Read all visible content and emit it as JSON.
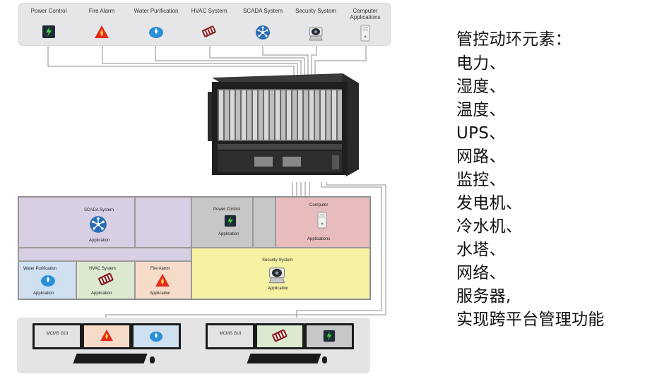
{
  "top_devices": [
    {
      "label": "Power Control",
      "icon": "power-bolt-icon"
    },
    {
      "label": "Fire Alarm",
      "icon": "fire-alarm-icon"
    },
    {
      "label": "Water Purification",
      "icon": "water-drop-icon"
    },
    {
      "label": "HVAC System",
      "icon": "hvac-icon"
    },
    {
      "label": "SCADA System",
      "icon": "scada-network-icon"
    },
    {
      "label": "Security System",
      "icon": "security-camera-icon"
    },
    {
      "label": "Computer Applications",
      "icon": "computer-tower-icon"
    }
  ],
  "grid": {
    "scada": {
      "title": "SCADA System",
      "app": "Application"
    },
    "power": {
      "title": "Power Control",
      "app": "Application"
    },
    "computer": {
      "title": "Computer",
      "app": "Applications"
    },
    "water": {
      "title": "Water Purification",
      "app": "Application"
    },
    "hvac": {
      "title": "HVAC System",
      "app": "Application"
    },
    "fire": {
      "title": "Fire Alarm",
      "app": "Application"
    },
    "security": {
      "title": "Security System",
      "app": "Application"
    }
  },
  "consoles": {
    "left_gui": "MCMS GUI",
    "right_gui": "MCMS GUI"
  },
  "elements": {
    "heading": "管控动环元素：",
    "items": [
      "电力、",
      "湿度、",
      "温度、",
      "UPS、",
      "网路、",
      "监控、",
      "发电机、",
      "冷水机、",
      "水塔、",
      "网络、",
      "服务器,",
      "实现跨平台管理功能"
    ]
  },
  "colors": {
    "scada_bg": "#d9cfe4",
    "power_bg": "#c7c7c7",
    "computer_bg": "#e8bcbc",
    "yellow_bg": "#f6f2a4",
    "water_bg": "#cfe0f0",
    "hvac_bg": "#dce8cf",
    "fire_bg": "#f6dcc8"
  }
}
